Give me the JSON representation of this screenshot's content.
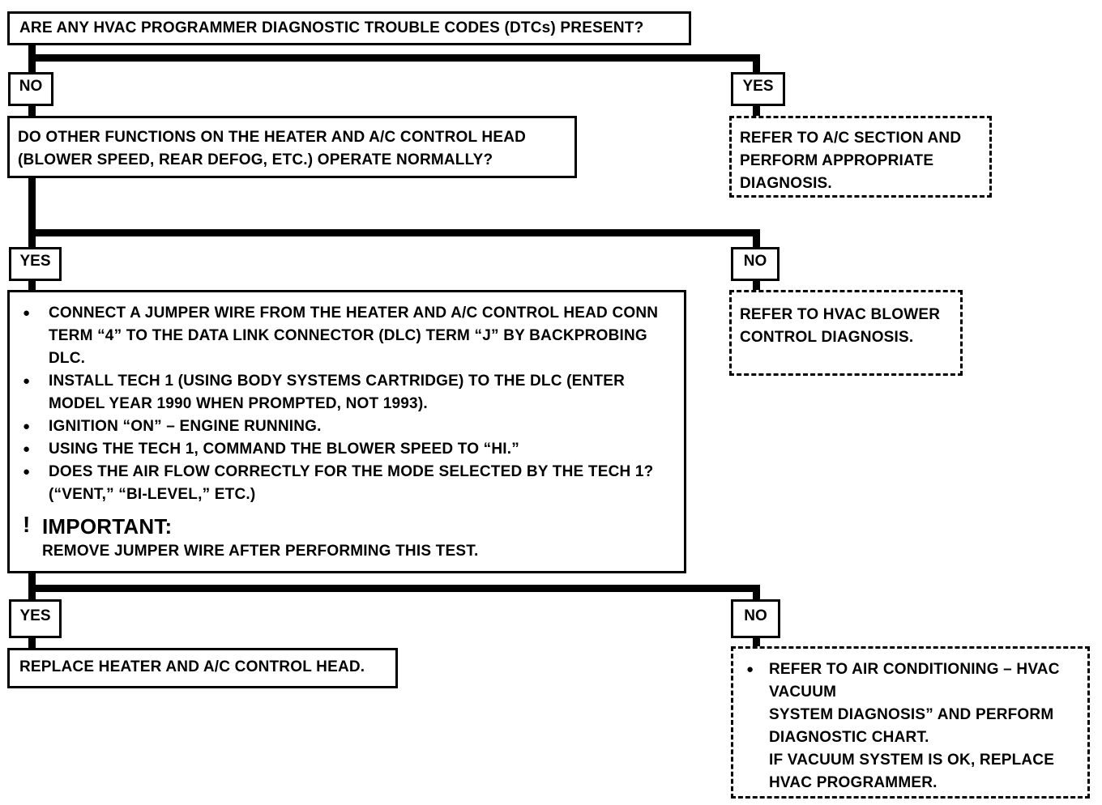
{
  "q1": {
    "text": "ARE ANY HVAC PROGRAMMER DIAGNOSTIC TROUBLE CODES (DTCs) PRESENT?"
  },
  "q1_no": "NO",
  "q1_yes": "YES",
  "yes1_action": {
    "lines": [
      "REFER TO  A/C SECTION  AND",
      "PERFORM APPROPRIATE",
      "DIAGNOSIS."
    ]
  },
  "q2": {
    "lines": [
      "DO OTHER FUNCTIONS ON THE HEATER AND A/C CONTROL HEAD",
      "(BLOWER SPEED, REAR DEFOG, ETC.) OPERATE NORMALLY?"
    ]
  },
  "q2_yes": "YES",
  "q2_no": "NO",
  "no2_action": {
    "lines": [
      "REFER TO HVAC BLOWER",
      "CONTROL DIAGNOSIS."
    ]
  },
  "test": {
    "bullets": [
      "CONNECT A JUMPER WIRE FROM THE HEATER AND A/C CONTROL HEAD CONN TERM “4” TO THE DATA LINK CONNECTOR (DLC) TERM “J” BY BACKPROBING DLC.",
      "INSTALL TECH 1 (USING BODY SYSTEMS CARTRIDGE) TO THE DLC (ENTER MODEL YEAR 1990 WHEN PROMPTED, NOT 1993).",
      "IGNITION “ON” – ENGINE RUNNING.",
      "USING THE TECH 1, COMMAND THE BLOWER SPEED TO “HI.”",
      "DOES THE AIR FLOW CORRECTLY FOR THE MODE SELECTED BY THE TECH 1? (“VENT,” “BI-LEVEL,” ETC.)"
    ],
    "important_mark": "!",
    "important_title": "IMPORTANT:",
    "important_text": "REMOVE JUMPER WIRE AFTER PERFORMING THIS TEST."
  },
  "q3_yes": "YES",
  "q3_no": "NO",
  "yes3_action": "REPLACE HEATER AND A/C CONTROL HEAD.",
  "no3_action": {
    "bullet_lines": [
      "REFER TO  AIR CONDITIONING – HVAC",
      "VACUUM",
      "SYSTEM DIAGNOSIS” AND PERFORM",
      "DIAGNOSTIC CHART.",
      "IF VACUUM SYSTEM IS OK, REPLACE",
      "HVAC PROGRAMMER."
    ]
  }
}
